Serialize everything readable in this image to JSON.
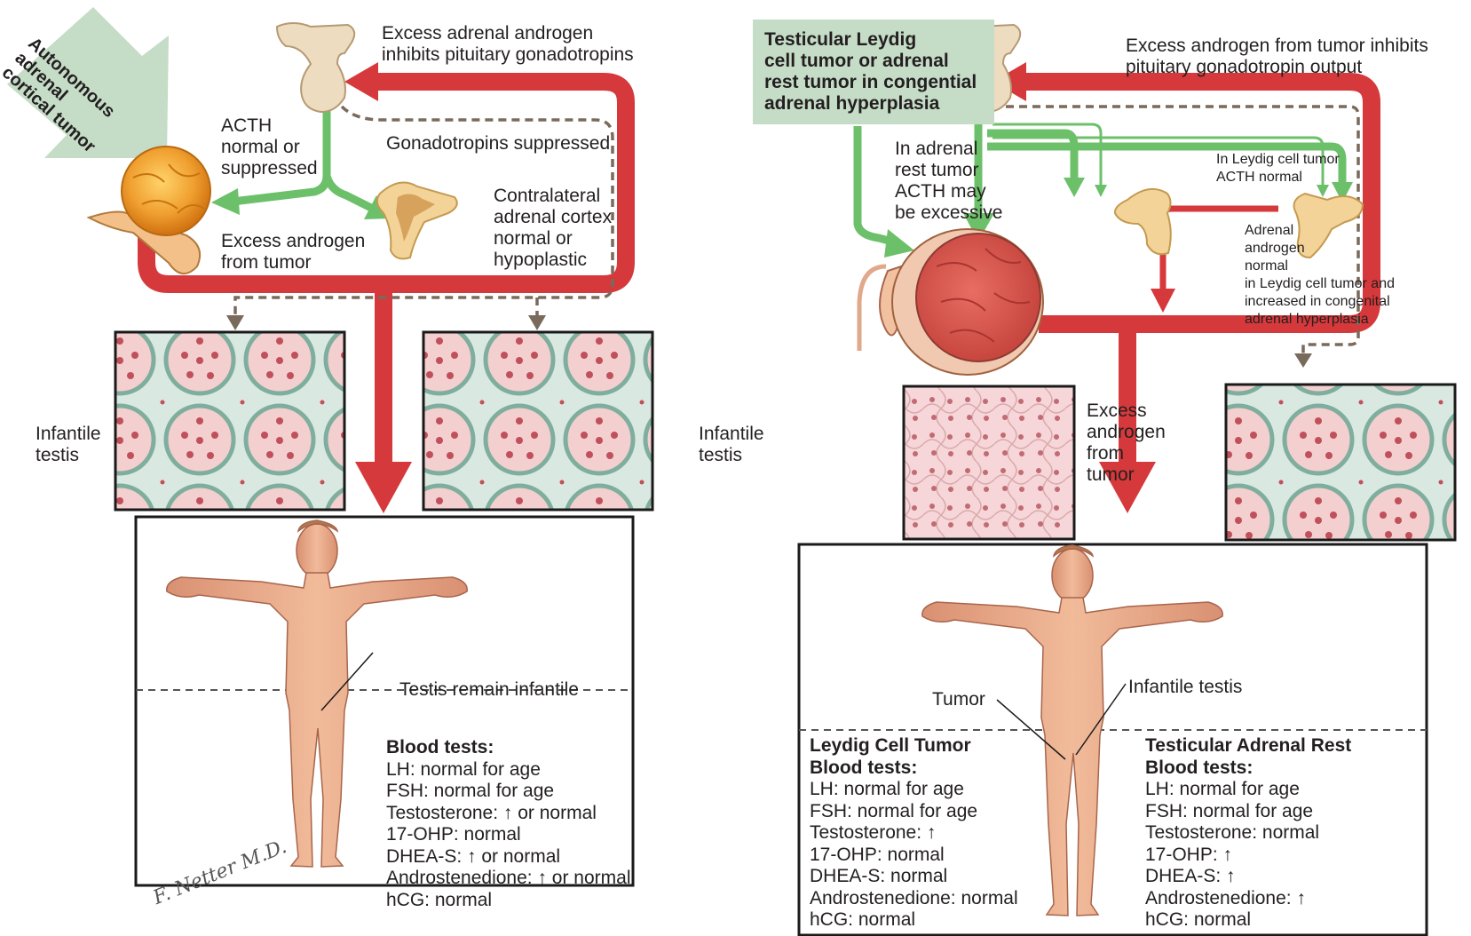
{
  "left": {
    "tumor_label": "Autonomous\nadrenal\ncortical tumor",
    "pituitary_label": "Excess adrenal androgen\ninhibits pituitary gonadotropins",
    "acth_label": "ACTH\nnormal or\nsuppressed",
    "gonadotropins_label": "Gonadotropins suppressed",
    "excess_androgen_label": "Excess androgen\nfrom tumor",
    "contralateral_label": "Contralateral\nadrenal cortex\nnormal or\nhypoplastic",
    "infantile_left": "Infantile\ntestis",
    "infantile_right": "Infantile\ntestis",
    "testis_label": "Testis remain infantile",
    "blood_tests_title": "Blood tests:",
    "blood_tests": [
      "LH: normal for age",
      "FSH: normal for age",
      "Testosterone: ↑ or normal",
      "17-OHP: normal",
      "DHEA-S: ↑ or normal",
      "Androstenedione: ↑ or normal",
      "hCG: normal"
    ],
    "signature": "F. Netter M.D."
  },
  "right": {
    "tumor_box": "Testicular Leydig\ncell tumor or adrenal\nrest tumor in congential\nadrenal hyperplasia",
    "pituitary_label": "Excess androgen from tumor inhibits\npituitary gonadotropin output",
    "acth_label": "In adrenal\nrest tumor\nACTH may\nbe excessive",
    "leydig_acth_label": "In Leydig cell tumor\nACTH normal",
    "adrenal_androgen_label": "Adrenal\nandrogen\nnormal\nin Leydig cell tumor and\nincreased in congenital\nadrenal hyperplasia",
    "excess_androgen_label": "Excess\nandrogen\nfrom\ntumor",
    "tumor_label": "Tumor",
    "infantile_label": "Infantile testis",
    "leydig_title": "Leydig Cell Tumor",
    "leydig_subtitle": "Blood tests:",
    "leydig_tests": [
      "LH: normal for age",
      "FSH: normal for age",
      "Testosterone: ↑",
      "17-OHP: normal",
      "DHEA-S: normal",
      "Androstenedione: normal",
      "hCG: normal"
    ],
    "rest_title": "Testicular Adrenal Rest",
    "rest_subtitle": "Blood tests:",
    "rest_tests": [
      "LH: normal for age",
      "FSH: normal for age",
      "Testosterone: normal",
      "17-OHP: ↑",
      "DHEA-S: ↑",
      "Androstenedione: ↑",
      "hCG: normal"
    ]
  },
  "colors": {
    "red_arrow": "#d6393b",
    "green_arrow": "#6cc06a",
    "dashed_arrow": "#7a6a5c",
    "label_box": "#c5dcc7",
    "tumor_orange": "#f0a030",
    "skin": "#e8ab8a",
    "tissue_pink": "#f1c7c8",
    "tissue_green": "#9fbcae"
  }
}
